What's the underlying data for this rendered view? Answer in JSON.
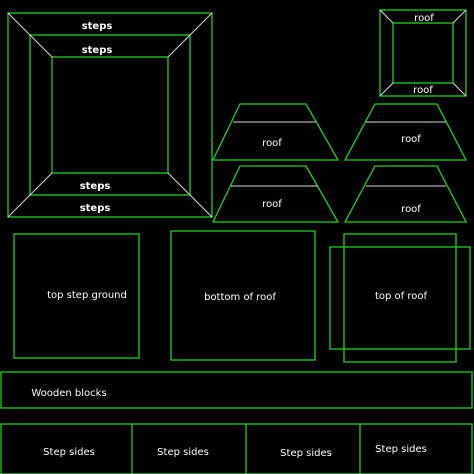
{
  "colors": {
    "background": "#000000",
    "outline": "#1fd11f",
    "highlight": "#d9d9d9",
    "text": "#ffffff"
  },
  "labels": {
    "steps_top_outer": "steps",
    "steps_top_inner": "steps",
    "steps_bottom_inner": "steps",
    "steps_bottom_outer": "steps",
    "roof_small_top": "roof",
    "roof_small_bottom": "roof",
    "roof_trap_1": "roof",
    "roof_trap_2": "roof",
    "roof_trap_3": "roof",
    "roof_trap_4": "roof",
    "top_step_ground": "top step ground",
    "bottom_of_roof": "bottom of roof",
    "top_of_roof": "top of roof",
    "wooden_blocks": "Wooden blocks",
    "step_sides_1": "Step sides",
    "step_sides_2": "Step sides",
    "step_sides_3": "Step sides",
    "step_sides_4": "Step sides"
  }
}
